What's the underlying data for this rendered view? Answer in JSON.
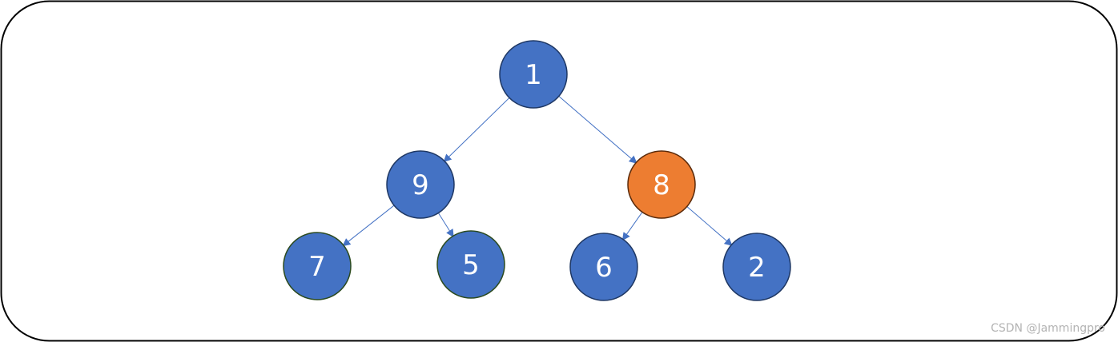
{
  "colors": {
    "node_fill": "#4472c4",
    "node_stroke": "#1f3864",
    "highlight_fill": "#ed7d31",
    "highlight_stroke": "#5a2a0a",
    "leaf_stroke": "#2b4a1f",
    "edge": "#4472c4",
    "frame": "#000000",
    "label": "#ffffff",
    "watermark": "#b3b3b3"
  },
  "tree": {
    "nodes": [
      {
        "id": "n1",
        "label": "1",
        "highlight": false,
        "level": 0
      },
      {
        "id": "n9",
        "label": "9",
        "highlight": false,
        "level": 1
      },
      {
        "id": "n8",
        "label": "8",
        "highlight": true,
        "level": 1
      },
      {
        "id": "n7",
        "label": "7",
        "highlight": false,
        "level": 2
      },
      {
        "id": "n5",
        "label": "5",
        "highlight": false,
        "level": 2
      },
      {
        "id": "n6",
        "label": "6",
        "highlight": false,
        "level": 2
      },
      {
        "id": "n2",
        "label": "2",
        "highlight": false,
        "level": 2
      }
    ],
    "edges": [
      {
        "from": "n1",
        "to": "n9"
      },
      {
        "from": "n1",
        "to": "n8"
      },
      {
        "from": "n9",
        "to": "n7"
      },
      {
        "from": "n9",
        "to": "n5"
      },
      {
        "from": "n8",
        "to": "n6"
      },
      {
        "from": "n8",
        "to": "n2"
      }
    ]
  },
  "watermark": {
    "text": "CSDN @Jammingpro"
  }
}
